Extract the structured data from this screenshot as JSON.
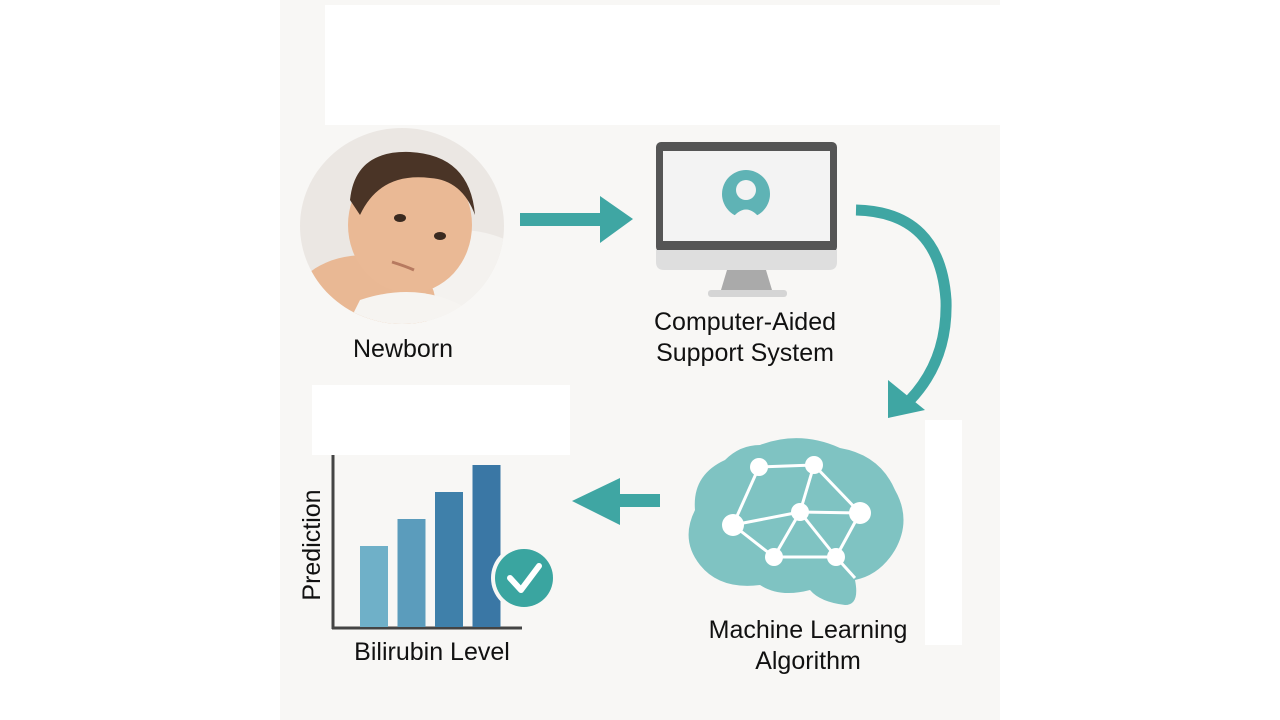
{
  "nodes": {
    "newborn": {
      "label": "Newborn"
    },
    "system": {
      "line1": "Computer-Aided",
      "line2": "Support System"
    },
    "algorithm": {
      "line1": "Machine Learning",
      "line2": "Algorithm"
    },
    "prediction": {
      "y_label": "Prediction",
      "x_label": "Bilirubin Level",
      "bar_values": [
        3,
        4,
        5,
        6
      ]
    }
  },
  "colors": {
    "teal": "#3fa6a3",
    "brain": "#7fc3c2",
    "bars": [
      "#6fb0c8",
      "#5b9cbc",
      "#3f80aa",
      "#3a77a5"
    ]
  },
  "icons": [
    "baby-photo",
    "monitor-icon",
    "avatar-icon",
    "brain-network-icon",
    "bar-chart-icon",
    "check-icon",
    "arrow-right",
    "arrow-curved-down",
    "arrow-left"
  ]
}
